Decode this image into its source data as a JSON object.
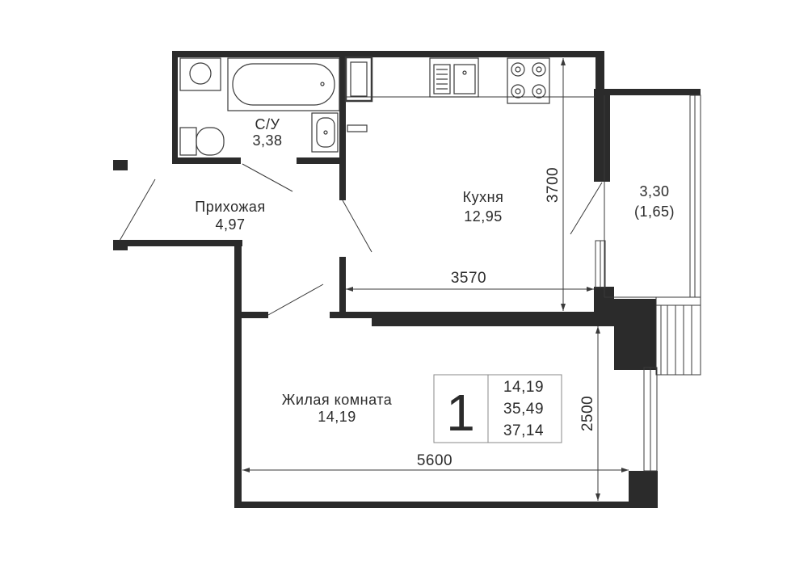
{
  "rooms": {
    "bathroom": {
      "name": "С/У",
      "area": "3,38"
    },
    "hallway": {
      "name": "Прихожая",
      "area": "4,97"
    },
    "kitchen": {
      "name": "Кухня",
      "area": "12,95"
    },
    "balcony": {
      "area": "3,30",
      "reduced_area": "(1,65)"
    },
    "living": {
      "name": "Жилая комната",
      "area": "14,19"
    }
  },
  "dimensions": {
    "kitchen_height": "3700",
    "kitchen_width": "3570",
    "living_width": "5600",
    "living_height": "2500"
  },
  "summary": {
    "rooms_count": "1",
    "living_area": "14,19",
    "total_area": "35,49",
    "total_with_balcony": "37,14"
  },
  "colors": {
    "wall": "#2b2b2b",
    "line": "#3a3a3a"
  }
}
